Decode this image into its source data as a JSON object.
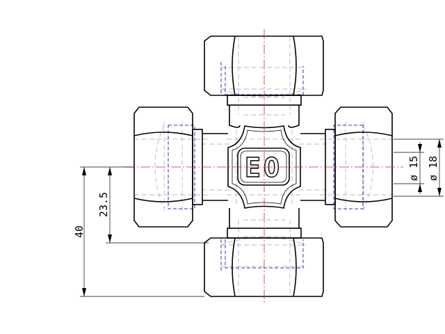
{
  "drawing": {
    "logo_text": "EO",
    "dimensions": {
      "length_total": "40",
      "length_center": "23.5",
      "diameter_inner": "ø 15",
      "diameter_outer": "ø 18"
    }
  },
  "colors": {
    "outline": "#000000",
    "hidden": "#b8b8b8",
    "hidden_blue": "#3030c0",
    "centerline": "#e02020"
  }
}
